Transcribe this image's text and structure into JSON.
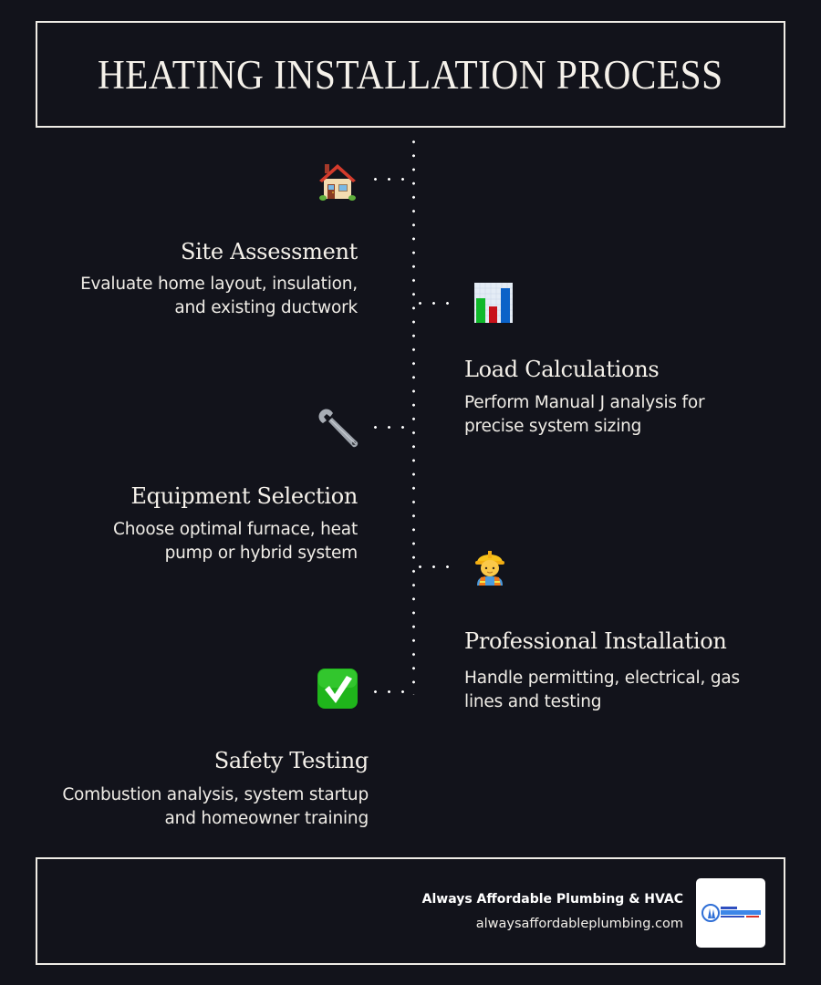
{
  "header": {
    "title": "HEATING INSTALLATION PROCESS"
  },
  "steps": [
    {
      "icon": "house-icon",
      "side": "left",
      "title": "Site Assessment",
      "description": "Evaluate home layout, insulation,\nand existing ductwork"
    },
    {
      "icon": "bar-chart-icon",
      "side": "right",
      "title": "Load Calculations",
      "description": "Perform Manual J analysis for\nprecise system sizing"
    },
    {
      "icon": "wrench-icon",
      "side": "left",
      "title": "Equipment Selection",
      "description": "Choose optimal furnace, heat\npump or hybrid system"
    },
    {
      "icon": "construction-worker-icon",
      "side": "right",
      "title": "Professional Installation",
      "description": "Handle permitting, electrical, gas\nlines and testing"
    },
    {
      "icon": "check-mark-button-icon",
      "side": "left",
      "title": "Safety Testing",
      "description": "Combustion analysis, system startup\nand homeowner training"
    }
  ],
  "footer": {
    "company": "Always Affordable Plumbing & HVAC",
    "url": "alwaysaffordableplumbing.com",
    "logo": "company-logo"
  },
  "colors": {
    "background": "#12131b",
    "text": "#f5f1ea",
    "border": "#efece6",
    "dots": "#ffffff"
  }
}
